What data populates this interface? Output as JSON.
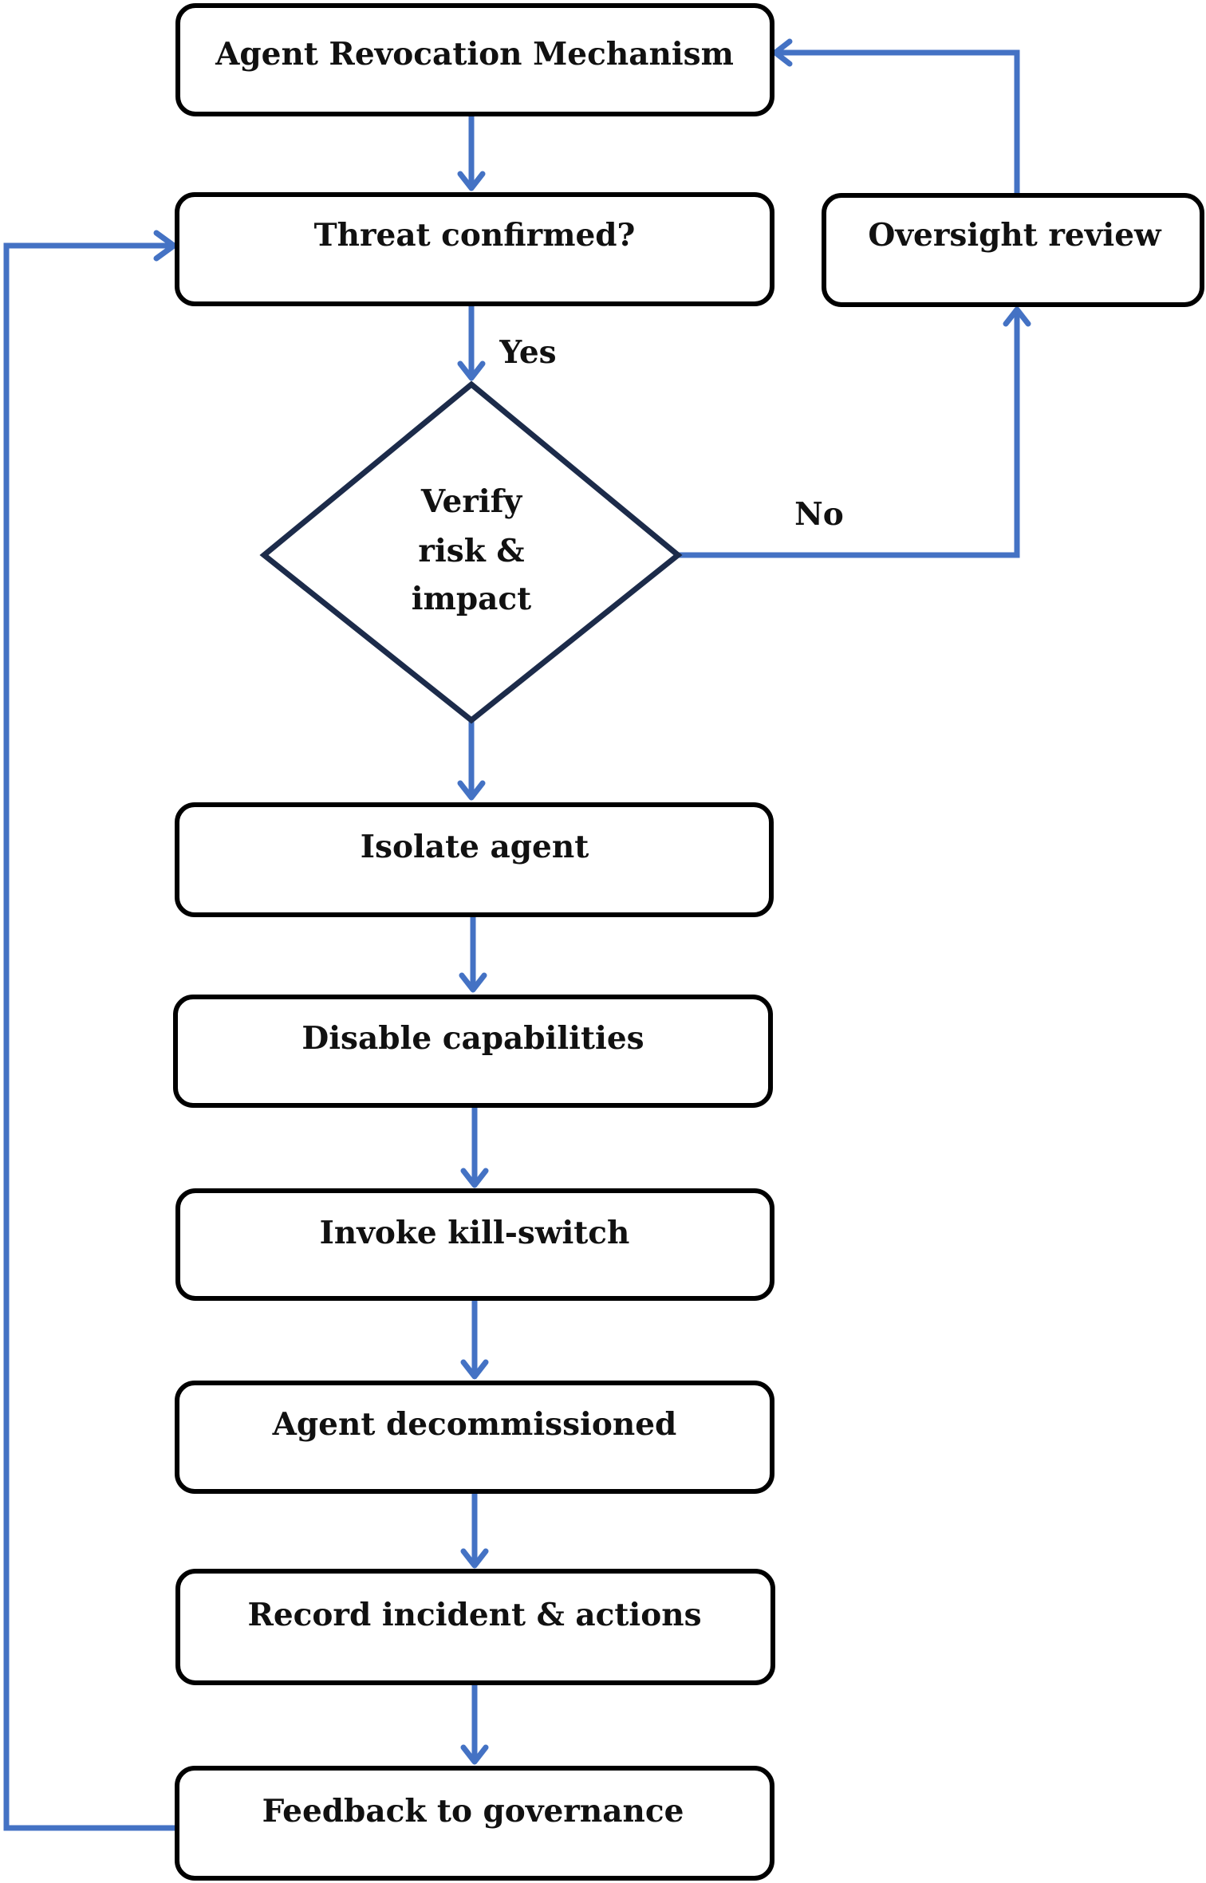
{
  "diagram": {
    "nodes": {
      "agent_revocation": "Agent Revocation Mechanism",
      "threat_confirmed": "Threat confirmed?",
      "oversight_review": "Oversight review",
      "verify": [
        "Verify",
        "risk &",
        "impact"
      ],
      "isolate_agent": "Isolate agent",
      "disable_capabilities": "Disable capabilities",
      "invoke_kill_switch": "Invoke kill-switch",
      "agent_decommissioned": "Agent decommissioned",
      "record_incident": "Record incident & actions",
      "feedback_governance": "Feedback to governance"
    },
    "edge_labels": {
      "yes": "Yes",
      "no": "No"
    },
    "colors": {
      "connector": "#4472c4",
      "box_border": "#000000",
      "diamond_border": "#1c2b4a"
    }
  }
}
